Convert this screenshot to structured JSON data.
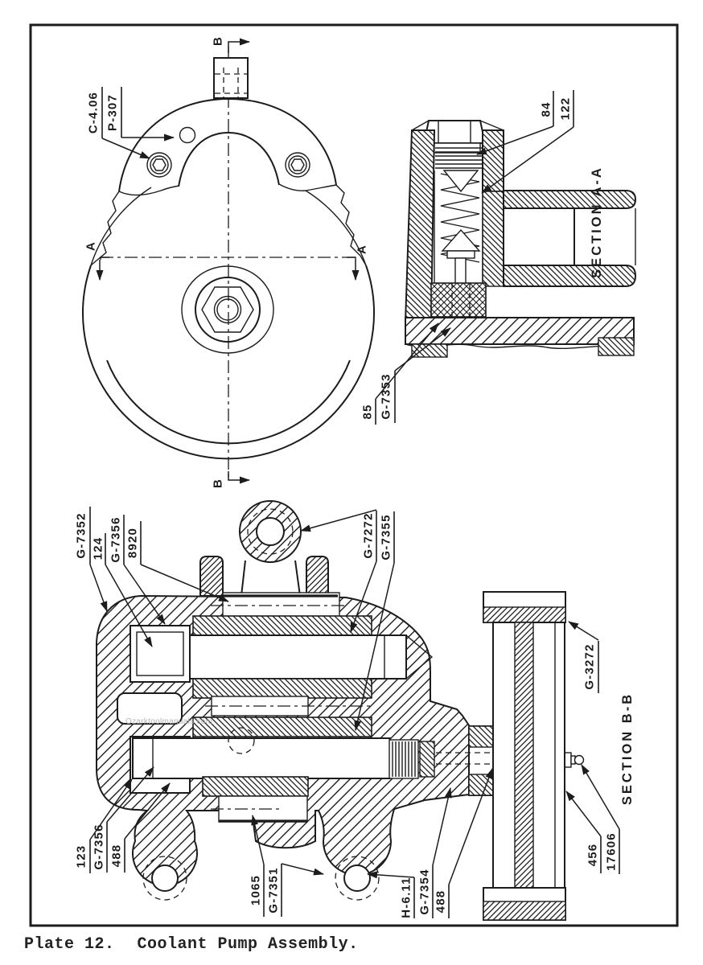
{
  "colors": {
    "ink": "#1c1c1c",
    "paper": "#ffffff",
    "watermark": "#b3b3b3"
  },
  "caption": {
    "plate": "Plate 12.",
    "title": "Coolant Pump Assembly."
  },
  "watermark": "Ozarktoolmanuals.com",
  "front_view": {
    "labels": {
      "c406": "C-4.06",
      "p307": "P-307",
      "a_left": "A",
      "a_right": "A",
      "b_top": "B",
      "b_bottom": "B"
    }
  },
  "section_aa": {
    "title": "SECTION A-A",
    "labels": {
      "n84": "84",
      "n122": "122",
      "n85": "85",
      "g7353": "G-7353"
    }
  },
  "section_bb": {
    "title": "SECTION B-B",
    "labels": {
      "g7352": "G-7352",
      "n124": "124",
      "g7356_top": "G-7356",
      "n8920": "8920",
      "g7272": "G-7272",
      "g7355": "G-7355",
      "g3272": "G-3272",
      "n123": "123",
      "g7356_bottom": "G-7356",
      "n488_left": "488",
      "n1065": "1065",
      "g7351": "G-7351",
      "h611": "H-6.11",
      "g7354": "G-7354",
      "n488_right": "488",
      "n456": "456",
      "n17606": "17606"
    }
  }
}
